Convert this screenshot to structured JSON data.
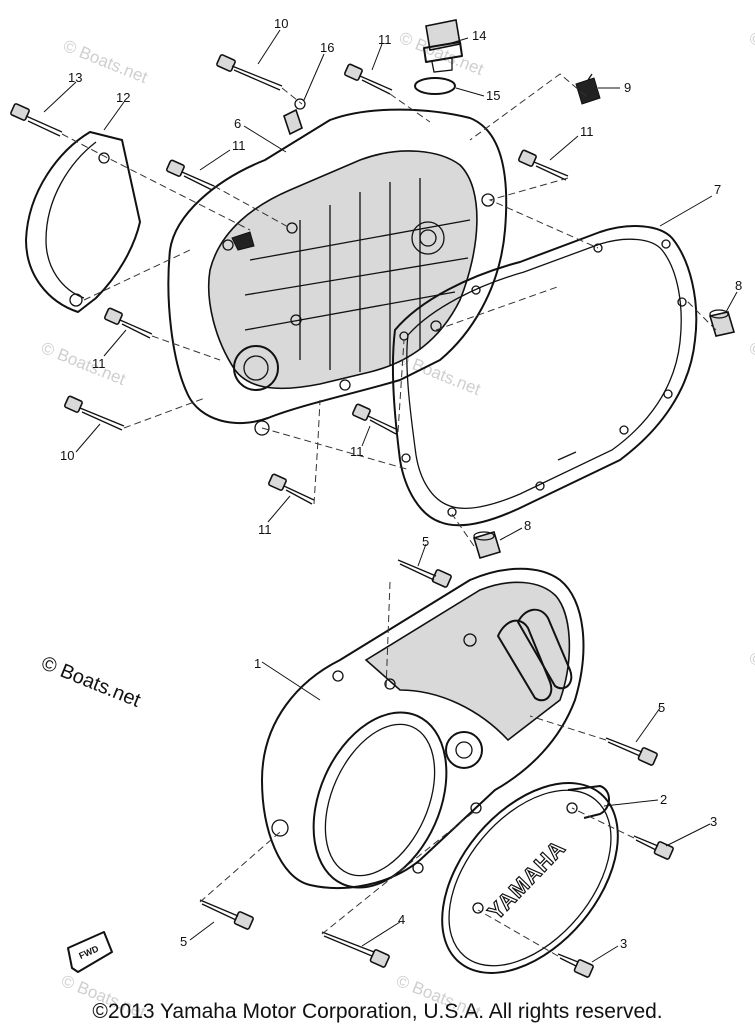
{
  "watermark": "© Boats.net",
  "watermark_main": "© Boats.net",
  "copyright": "©2013 Yamaha Motor Corporation, U.S.A. All rights reserved.",
  "cover_logo": "YAMAHA",
  "fwd_label": "FWD",
  "callouts": {
    "c1": "1",
    "c2": "2",
    "c3a": "3",
    "c3b": "3",
    "c4": "4",
    "c5a": "5",
    "c5b": "5",
    "c5c": "5",
    "c6": "6",
    "c7": "7",
    "c8a": "8",
    "c8b": "8",
    "c9": "9",
    "c10a": "10",
    "c10b": "10",
    "c11a": "11",
    "c11b": "11",
    "c11c": "11",
    "c11d": "11",
    "c11e": "11",
    "c11f": "11",
    "c12": "12",
    "c13": "13",
    "c14": "14",
    "c15": "15",
    "c16": "16"
  }
}
